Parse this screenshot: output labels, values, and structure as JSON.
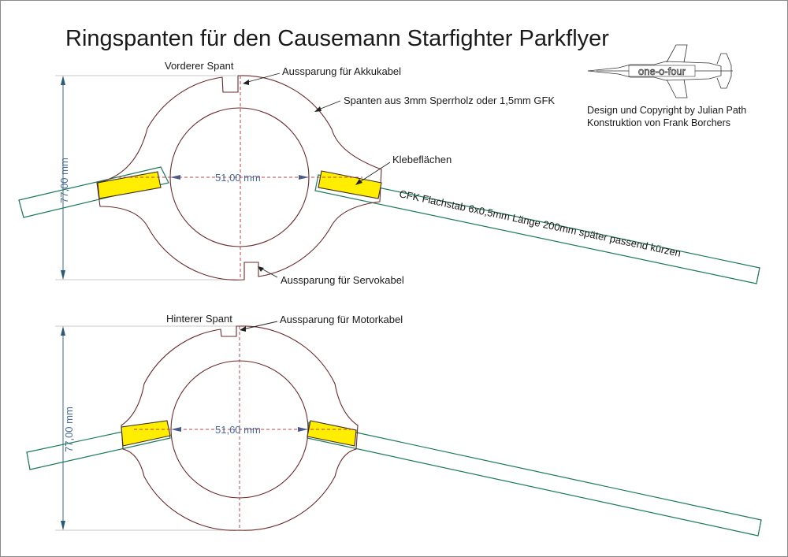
{
  "header": {
    "title": "Ringspanten für den Causemann Starfighter Parkflyer"
  },
  "logo": {
    "text": "one-o-four",
    "icon": "starfighter-plane-icon"
  },
  "credits": {
    "line1": "Design und Copyright by Julian Path",
    "line2": "Konstruktion von Frank Borchers"
  },
  "front_frame": {
    "name": "Vorderer Spant",
    "height_dim": "77,00 mm",
    "inner_diameter_dim": "51,00 mm",
    "callouts": {
      "top_notch": "Aussparung für Akkukabel",
      "material": "Spanten aus 3mm Sperrholz oder 1,5mm GFK",
      "glue": "Klebeflächen",
      "bottom_notch": "Aussparung für Servokabel",
      "rod": "CFK Flachstab 6x0,5mm   Länge 200mm später passend kürzen"
    }
  },
  "rear_frame": {
    "name": "Hinterer Spant",
    "height_dim": "77,00 mm",
    "inner_diameter_dim": "51,60 mm",
    "callouts": {
      "top_notch": "Aussparung für Motorkabel"
    }
  },
  "colors": {
    "ring_outline": "#6b2a2a",
    "center_axis": "#c0404a",
    "rod": "#1e7a5a",
    "glue_area": "#ffee00",
    "dimension": "#4a6a9a"
  }
}
